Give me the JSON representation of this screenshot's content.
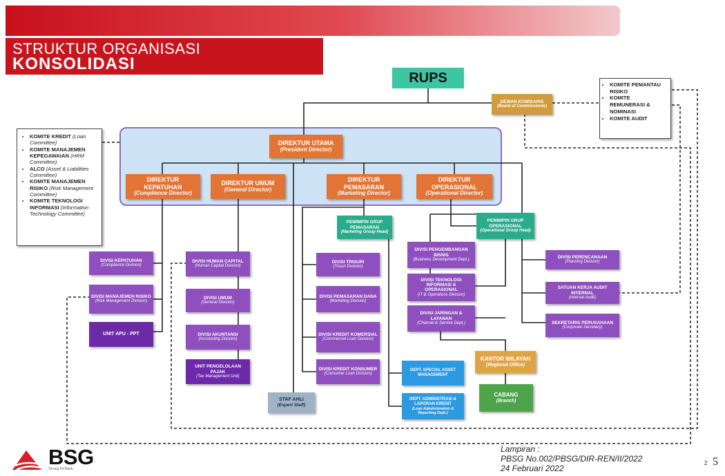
{
  "header": {
    "title_line1": "STRUKTUR ORGANISASI",
    "title_line2": "KONSOLIDASI"
  },
  "top": {
    "rups": "RUPS",
    "dewan": {
      "id": "DEWAN KOMISARIS",
      "en": "(Board of Commissioner)"
    },
    "committees_board": [
      "KOMITE PEMANTAU RISIKO",
      "KOMITE REMUNERASI & NOMINASI",
      "KOMITE AUDIT"
    ]
  },
  "directors": {
    "utama": {
      "id": "DIREKTUR UTAMA",
      "en": "(President Director)"
    },
    "kepatuhan": {
      "id": "DIREKTUR KEPATUHAN",
      "en": "(Complience Director)"
    },
    "umum": {
      "id": "DIREKTUR UMUM",
      "en": "(General Director)"
    },
    "pemasaran": {
      "id": "DIREKTUR PEMASARAN",
      "en": "(Marketing Director)"
    },
    "operasional": {
      "id": "DIREKTUR OPERASIONAL",
      "en": "(Operational Director)"
    }
  },
  "committees_director": [
    {
      "id": "KOMITE KREDIT",
      "en": "(Loan Committee)"
    },
    {
      "id": "KOMITE MANAJEMEN KEPEGAWAIAN",
      "en": "(HRM Committee)"
    },
    {
      "id": "ALCO",
      "en": "(Asset & Liabilities Committee)"
    },
    {
      "id": "KOMITE MANAJEMEN RISIKO",
      "en": "(Risk Management Committee)"
    },
    {
      "id": "KOMITE TEKNOLOGI INFORMASI",
      "en": "(Information Technology Committee)"
    }
  ],
  "group_heads": {
    "pemasaran": {
      "id": "PEMIMPIN GRUP PEMASARAN",
      "en": "(Marketing Group Head)"
    },
    "operasional": {
      "id": "PEMIMPIN GRUP OPERASIONAL",
      "en": "(Operational Group Head)"
    }
  },
  "divisions": {
    "kepatuhan": {
      "id": "DIVISI KEPATUHAN",
      "en": "(Compliance Division)"
    },
    "risiko": {
      "id": "DIVISI MANAJEMEN RISIKO",
      "en": "(Risk Management Division)"
    },
    "apu": {
      "id": "UNIT APU - PPT",
      "en": ""
    },
    "hc": {
      "id": "DIVISI HUMAN CAPITAL",
      "en": "(Human Capital Division)"
    },
    "umum": {
      "id": "DIVISI UMUM",
      "en": "(General Division)"
    },
    "akuntansi": {
      "id": "DIVISI AKUNTANSI",
      "en": "(Accounting Division)"
    },
    "pajak": {
      "id": "UNIT PENGELOLAAN PAJAK",
      "en": "(Tax Management Unit)"
    },
    "trisuri": {
      "id": "DIVISI TRISURI",
      "en": "(Trisuri Division)"
    },
    "dana": {
      "id": "DIVISI PEMASARAN DANA",
      "en": "(Marketing Division)"
    },
    "komersial": {
      "id": "DIVISI KREDIT KOMERSIAL",
      "en": "(Commercial Loan Division)"
    },
    "konsumer": {
      "id": "DIVISI KREDIT KONSUMER",
      "en": "(Consumer Loan Division)"
    },
    "bisnis": {
      "id": "DIVISI PENGEMBANGAN BISNIS",
      "en": "(Business Development Dept.)"
    },
    "ti": {
      "id": "DIVISI TEKNOLOGI INFORMASI & OPERASIONAL",
      "en": "(IT & Operations Division)"
    },
    "jaringan": {
      "id": "DIVISI JARINGAN & LAYANAN",
      "en": "(Channel & Service Dept.)"
    },
    "perencanaan": {
      "id": "DIVISI PERENCANAAN",
      "en": "(Planning Division)"
    },
    "skai": {
      "id": "SATUAN KERJA AUDIT INTERNAL",
      "en": "(Internal Audit)"
    },
    "sekper": {
      "id": "SEKRETARIS PERUSAHAAN",
      "en": "(Corporate Secretary)"
    }
  },
  "units": {
    "staf": {
      "id": "STAF AHLI",
      "en": "(Expert Staff)"
    },
    "special_asset": {
      "id": "DEPT. SPECIAL ASSET MANAGEMENT",
      "en": ""
    },
    "admin_kredit": {
      "id": "DEPT. ADMINISTRASI & LAPORAN KREDIT",
      "en": "(Loan Administration & Reporting Dept.)"
    },
    "kanwil": {
      "id": "KANTOR WILAYAH",
      "en": "(Regional Office)"
    },
    "cabang": {
      "id": "CABANG",
      "en": "(Branch)"
    }
  },
  "footer": {
    "logo": "BSG",
    "tagline": "Torang Pe Bank",
    "lampiran_label": "Lampiran :",
    "doc_number": "PBSG No.002/PBSG/DIR-REN/II/2022",
    "date": "24 Februari 2022",
    "page_small": "2",
    "page_big": "5"
  },
  "colors": {
    "brand_red": "#c8151d",
    "director_orange": "#e27436",
    "division_purple": "#8f4fbf",
    "group_teal": "#2aab8c",
    "rups_green": "#3cc6a4",
    "panel_blue": "#cfe3f7"
  }
}
